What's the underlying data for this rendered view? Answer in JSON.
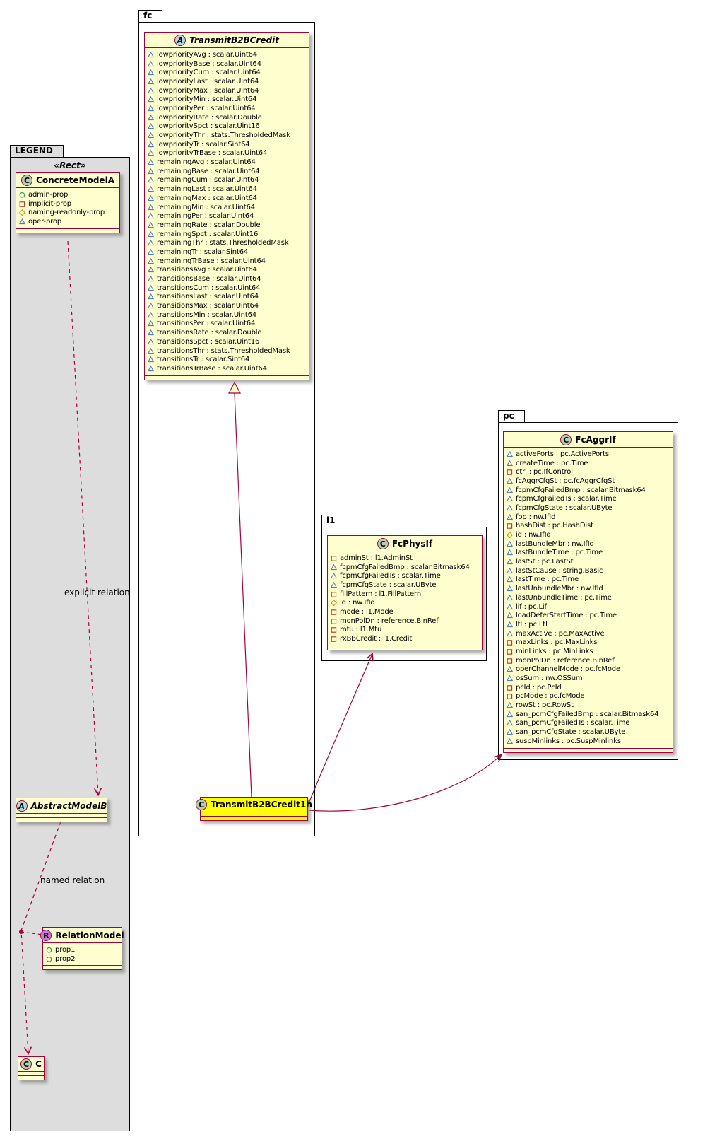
{
  "diagram": {
    "packages": {
      "legend": {
        "label": "LEGEND",
        "stereotype": "«Rect»"
      },
      "fc": {
        "label": "fc"
      },
      "l1": {
        "label": "l1"
      },
      "pc": {
        "label": "pc"
      }
    },
    "relation_labels": {
      "explicit": "explicit relation",
      "named": "named relation"
    },
    "colors": {
      "class_bg": "#FEFECE",
      "class_border": "#A80036",
      "highlight_bg": "#FFFF00",
      "spot_class": "#ADD1B2",
      "spot_abstract": "#A9DCDF",
      "spot_relation": "#C77BD9",
      "package_legend_bg": "#DDDDDD",
      "icon_oper": "#4C7FC0",
      "icon_implicit": "#C02A2A",
      "icon_admin": "#1C9850",
      "icon_naming": "#D08E00"
    },
    "classes": {
      "concreteModelA": {
        "name": "ConcreteModelA",
        "spot": "C",
        "members": [
          {
            "icon": "admin",
            "text": "admin-prop"
          },
          {
            "icon": "implicit",
            "text": "implicit-prop"
          },
          {
            "icon": "naming",
            "text": "naming-readonly-prop"
          },
          {
            "icon": "oper",
            "text": "oper-prop"
          }
        ]
      },
      "abstractModelB": {
        "name": "AbstractModelB",
        "spot": "A",
        "members": []
      },
      "relationModel": {
        "name": "RelationModel",
        "spot": "R",
        "members": [
          {
            "icon": "admin",
            "text": "prop1"
          },
          {
            "icon": "admin",
            "text": "prop2"
          }
        ]
      },
      "c": {
        "name": "C",
        "spot": "C",
        "members": []
      },
      "transmitB2BCredit": {
        "name": "TransmitB2BCredit",
        "spot": "A",
        "members": [
          {
            "icon": "oper",
            "text": "lowpriorityAvg : scalar.Uint64"
          },
          {
            "icon": "oper",
            "text": "lowpriorityBase : scalar.Uint64"
          },
          {
            "icon": "oper",
            "text": "lowpriorityCum : scalar.Uint64"
          },
          {
            "icon": "oper",
            "text": "lowpriorityLast : scalar.Uint64"
          },
          {
            "icon": "oper",
            "text": "lowpriorityMax : scalar.Uint64"
          },
          {
            "icon": "oper",
            "text": "lowpriorityMin : scalar.Uint64"
          },
          {
            "icon": "oper",
            "text": "lowpriorityPer : scalar.Uint64"
          },
          {
            "icon": "oper",
            "text": "lowpriorityRate : scalar.Double"
          },
          {
            "icon": "oper",
            "text": "lowprioritySpct : scalar.Uint16"
          },
          {
            "icon": "oper",
            "text": "lowpriorityThr : stats.ThresholdedMask"
          },
          {
            "icon": "oper",
            "text": "lowpriorityTr : scalar.Sint64"
          },
          {
            "icon": "oper",
            "text": "lowpriorityTrBase : scalar.Uint64"
          },
          {
            "icon": "oper",
            "text": "remainingAvg : scalar.Uint64"
          },
          {
            "icon": "oper",
            "text": "remainingBase : scalar.Uint64"
          },
          {
            "icon": "oper",
            "text": "remainingCum : scalar.Uint64"
          },
          {
            "icon": "oper",
            "text": "remainingLast : scalar.Uint64"
          },
          {
            "icon": "oper",
            "text": "remainingMax : scalar.Uint64"
          },
          {
            "icon": "oper",
            "text": "remainingMin : scalar.Uint64"
          },
          {
            "icon": "oper",
            "text": "remainingPer : scalar.Uint64"
          },
          {
            "icon": "oper",
            "text": "remainingRate : scalar.Double"
          },
          {
            "icon": "oper",
            "text": "remainingSpct : scalar.Uint16"
          },
          {
            "icon": "oper",
            "text": "remainingThr : stats.ThresholdedMask"
          },
          {
            "icon": "oper",
            "text": "remainingTr : scalar.Sint64"
          },
          {
            "icon": "oper",
            "text": "remainingTrBase : scalar.Uint64"
          },
          {
            "icon": "oper",
            "text": "transitionsAvg : scalar.Uint64"
          },
          {
            "icon": "oper",
            "text": "transitionsBase : scalar.Uint64"
          },
          {
            "icon": "oper",
            "text": "transitionsCum : scalar.Uint64"
          },
          {
            "icon": "oper",
            "text": "transitionsLast : scalar.Uint64"
          },
          {
            "icon": "oper",
            "text": "transitionsMax : scalar.Uint64"
          },
          {
            "icon": "oper",
            "text": "transitionsMin : scalar.Uint64"
          },
          {
            "icon": "oper",
            "text": "transitionsPer : scalar.Uint64"
          },
          {
            "icon": "oper",
            "text": "transitionsRate : scalar.Double"
          },
          {
            "icon": "oper",
            "text": "transitionsSpct : scalar.Uint16"
          },
          {
            "icon": "oper",
            "text": "transitionsThr : stats.ThresholdedMask"
          },
          {
            "icon": "oper",
            "text": "transitionsTr : scalar.Sint64"
          },
          {
            "icon": "oper",
            "text": "transitionsTrBase : scalar.Uint64"
          }
        ]
      },
      "transmitB2BCredit1h": {
        "name": "TransmitB2BCredit1h",
        "spot": "C",
        "members": []
      },
      "fcPhysIf": {
        "name": "FcPhysIf",
        "spot": "C",
        "members": [
          {
            "icon": "implicit",
            "text": "adminSt : l1.AdminSt"
          },
          {
            "icon": "oper",
            "text": "fcpmCfgFailedBmp : scalar.Bitmask64"
          },
          {
            "icon": "oper",
            "text": "fcpmCfgFailedTs : scalar.Time"
          },
          {
            "icon": "oper",
            "text": "fcpmCfgState : scalar.UByte"
          },
          {
            "icon": "implicit",
            "text": "fillPattern : l1.FillPattern"
          },
          {
            "icon": "naming",
            "text": "id : nw.IfId"
          },
          {
            "icon": "implicit",
            "text": "mode : l1.Mode"
          },
          {
            "icon": "implicit",
            "text": "monPolDn : reference.BinRef"
          },
          {
            "icon": "implicit",
            "text": "mtu : l1.Mtu"
          },
          {
            "icon": "implicit",
            "text": "rxBBCredit : l1.Credit"
          }
        ]
      },
      "fcAggrIf": {
        "name": "FcAggrIf",
        "spot": "C",
        "members": [
          {
            "icon": "oper",
            "text": "activePorts : pc.ActivePorts"
          },
          {
            "icon": "oper",
            "text": "createTime : pc.Time"
          },
          {
            "icon": "implicit",
            "text": "ctrl : pc.IfControl"
          },
          {
            "icon": "oper",
            "text": "fcAggrCfgSt : pc.fcAggrCfgSt"
          },
          {
            "icon": "oper",
            "text": "fcpmCfgFailedBmp : scalar.Bitmask64"
          },
          {
            "icon": "oper",
            "text": "fcpmCfgFailedTs : scalar.Time"
          },
          {
            "icon": "oper",
            "text": "fcpmCfgState : scalar.UByte"
          },
          {
            "icon": "oper",
            "text": "fop : nw.IfId"
          },
          {
            "icon": "implicit",
            "text": "hashDist : pc.HashDist"
          },
          {
            "icon": "naming",
            "text": "id : nw.IfId"
          },
          {
            "icon": "oper",
            "text": "lastBundleMbr : nw.IfId"
          },
          {
            "icon": "oper",
            "text": "lastBundleTime : pc.Time"
          },
          {
            "icon": "oper",
            "text": "lastSt : pc.LastSt"
          },
          {
            "icon": "oper",
            "text": "lastStCause : string.Basic"
          },
          {
            "icon": "oper",
            "text": "lastTime : pc.Time"
          },
          {
            "icon": "oper",
            "text": "lastUnbundleMbr : nw.IfId"
          },
          {
            "icon": "oper",
            "text": "lastUnbundleTime : pc.Time"
          },
          {
            "icon": "oper",
            "text": "lif : pc.Lif"
          },
          {
            "icon": "oper",
            "text": "loadDeferStartTime : pc.Time"
          },
          {
            "icon": "oper",
            "text": "ltl : pc.Ltl"
          },
          {
            "icon": "oper",
            "text": "maxActive : pc.MaxActive"
          },
          {
            "icon": "implicit",
            "text": "maxLinks : pc.MaxLinks"
          },
          {
            "icon": "implicit",
            "text": "minLinks : pc.MinLinks"
          },
          {
            "icon": "implicit",
            "text": "monPolDn : reference.BinRef"
          },
          {
            "icon": "oper",
            "text": "operChannelMode : pc.fcMode"
          },
          {
            "icon": "oper",
            "text": "osSum : nw.OSSum"
          },
          {
            "icon": "implicit",
            "text": "pcId : pc.PcId"
          },
          {
            "icon": "implicit",
            "text": "pcMode : pc.fcMode"
          },
          {
            "icon": "oper",
            "text": "rowSt : pc.RowSt"
          },
          {
            "icon": "oper",
            "text": "san_pcmCfgFailedBmp : scalar.Bitmask64"
          },
          {
            "icon": "oper",
            "text": "san_pcmCfgFailedTs : scalar.Time"
          },
          {
            "icon": "oper",
            "text": "san_pcmCfgState : scalar.UByte"
          },
          {
            "icon": "oper",
            "text": "suspMinlinks : pc.SuspMinlinks"
          }
        ]
      }
    }
  }
}
